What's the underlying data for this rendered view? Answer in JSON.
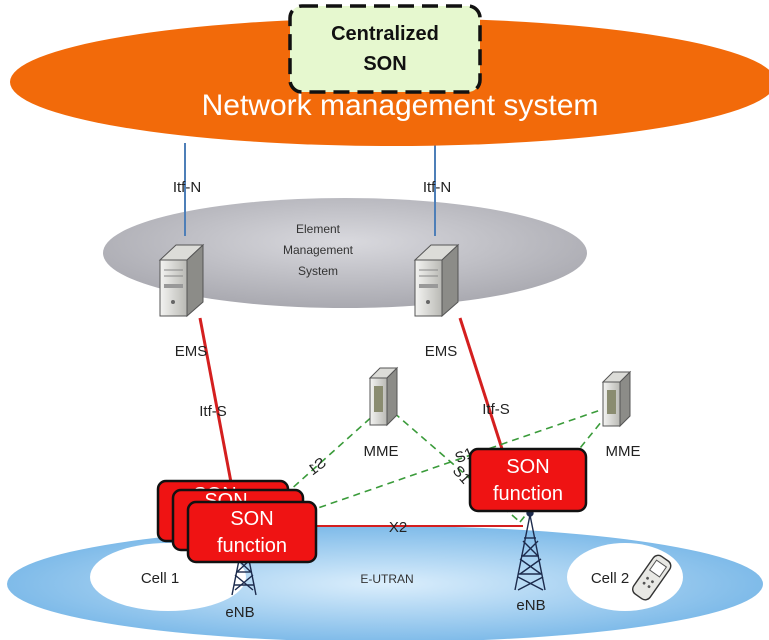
{
  "nms": {
    "title": "Network management system"
  },
  "centralized_son": {
    "line1": "Centralized",
    "line2": "SON"
  },
  "ems_block": {
    "line1": "Element",
    "line2": "Management",
    "line3": "System"
  },
  "labels": {
    "itf_n": "Itf-N",
    "ems": "EMS",
    "itf_s": "Itf-S",
    "mme": "MME",
    "s1": "S1",
    "x2": "X2",
    "e_utran": "E-UTRAN",
    "enb": "eNB",
    "cell1": "Cell 1",
    "cell2": "Cell 2"
  },
  "son_function": {
    "line1": "SON",
    "line2": "function"
  },
  "colors": {
    "nms_orange": "#f26a0a",
    "ems_gray": "#bdbdc3",
    "eutran_blue": "#8cc3ee",
    "son_red": "#ef1313",
    "cson_green": "#e6f8cf",
    "itf_red": "#d41f1f",
    "s1_green": "#3a9b3a",
    "itf_n_blue": "#4e7fb8"
  }
}
